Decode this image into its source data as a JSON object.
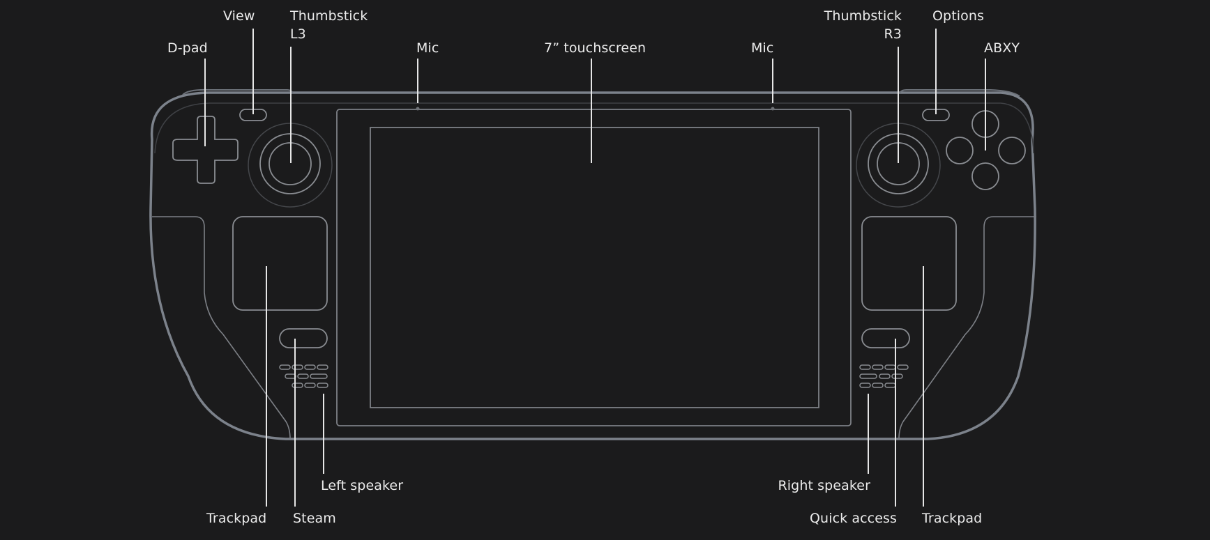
{
  "diagram": {
    "title": "Handheld device front view",
    "colors": {
      "background": "#1b1b1c",
      "body_outline": "#7c828b",
      "detail_line": "#8a8d92",
      "faint_line": "#4a4c50",
      "leader_line": "#e6e6e6",
      "label_text": "#ececec"
    },
    "labels_top": [
      {
        "id": "dpad",
        "text": "D-pad"
      },
      {
        "id": "view",
        "text": "View"
      },
      {
        "id": "thumbstick-l3",
        "line1": "Thumbstick",
        "line2": "L3"
      },
      {
        "id": "mic-left",
        "text": "Mic"
      },
      {
        "id": "touchscreen",
        "text": "7” touchscreen"
      },
      {
        "id": "mic-right",
        "text": "Mic"
      },
      {
        "id": "thumbstick-r3",
        "line1": "Thumbstick",
        "line2": "R3"
      },
      {
        "id": "options",
        "text": "Options"
      },
      {
        "id": "abxy",
        "text": "ABXY"
      }
    ],
    "labels_bottom": [
      {
        "id": "left-speaker",
        "text": "Left speaker"
      },
      {
        "id": "trackpad-left",
        "text": "Trackpad"
      },
      {
        "id": "steam",
        "text": "Steam"
      },
      {
        "id": "right-speaker",
        "text": "Right speaker"
      },
      {
        "id": "quick-access",
        "text": "Quick access"
      },
      {
        "id": "trackpad-right",
        "text": "Trackpad"
      }
    ]
  }
}
